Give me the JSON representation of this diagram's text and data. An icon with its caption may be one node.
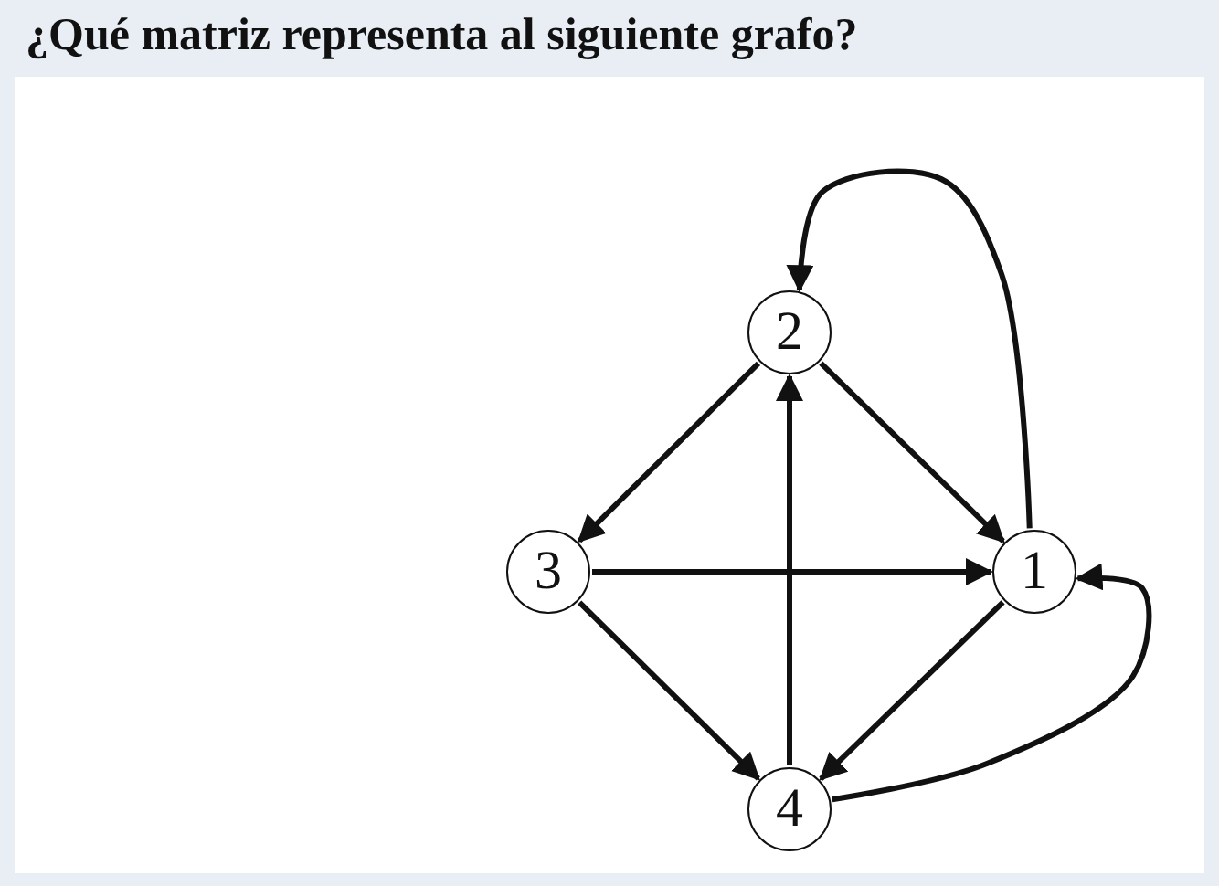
{
  "diagram": {
    "title": "¿Qué matriz representa al siguiente grafo?",
    "nodes": [
      {
        "text": [
          "1"
        ]
      },
      {
        "text": [
          "2"
        ]
      },
      {
        "text": [
          "3"
        ]
      },
      {
        "text": [
          "4"
        ]
      }
    ],
    "edges": [
      {
        "from": 1,
        "to": 2,
        "arrow": "to"
      },
      {
        "from": 1,
        "to": 0,
        "arrow": "to"
      },
      {
        "from": 2,
        "to": 0,
        "arrow": "to"
      },
      {
        "from": 2,
        "to": 3,
        "arrow": "to"
      },
      {
        "from": 3,
        "to": 1,
        "arrow": "to"
      },
      {
        "from": 0,
        "to": 3,
        "arrow": "to"
      },
      {
        "from": 0,
        "to": 1,
        "arrow": "to"
      },
      {
        "from": 3,
        "to": 0,
        "arrow": "to"
      }
    ]
  }
}
